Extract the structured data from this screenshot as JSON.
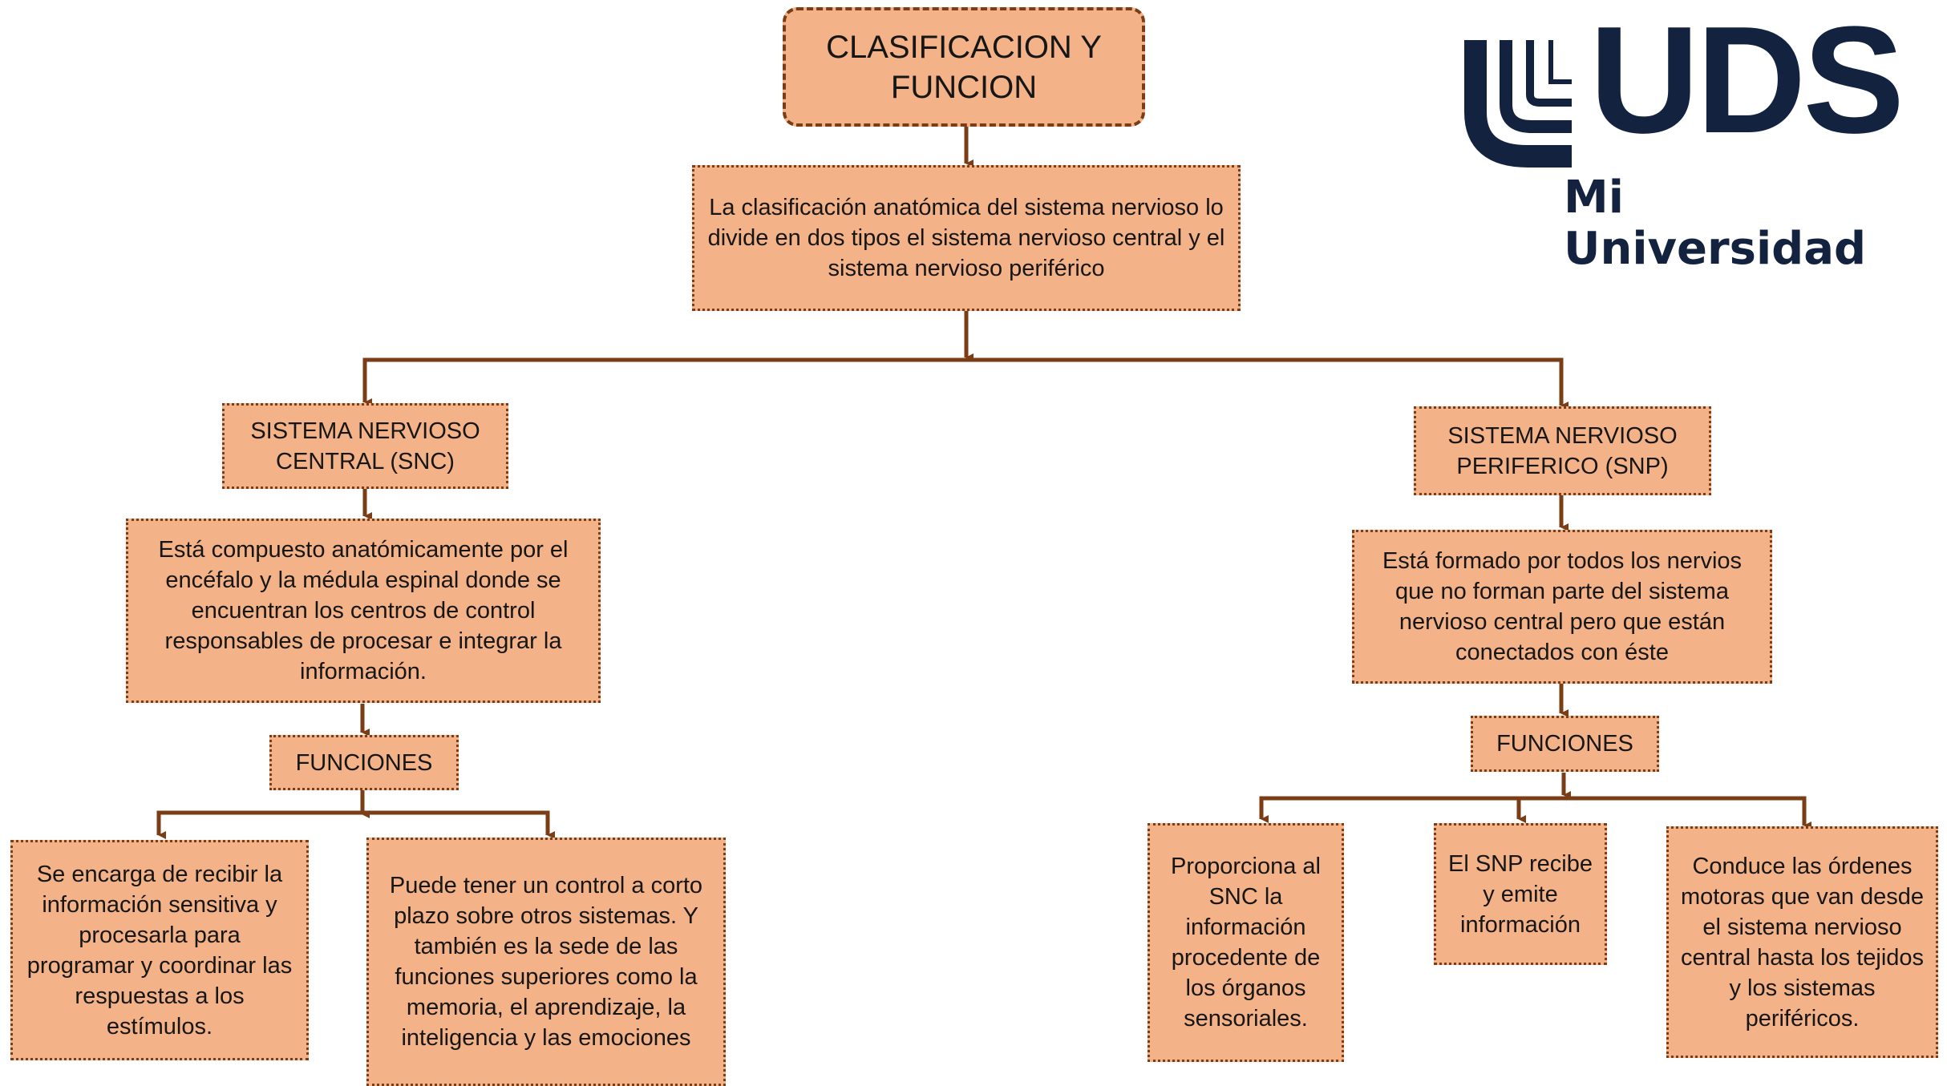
{
  "title": "CLASIFICACION Y FUNCION",
  "intro": "La clasificación anatómica del sistema nervioso lo divide en dos tipos el sistema nervioso central y el sistema nervioso periférico",
  "snc": {
    "heading": "SISTEMA NERVIOSO CENTRAL (SNC)",
    "description": "Está compuesto anatómicamente por el encéfalo y la médula espinal donde se encuentran los centros de control responsables de procesar e integrar la información.",
    "functions_label": "FUNCIONES",
    "functions": [
      "Se encarga de recibir la información sensitiva y procesarla para programar y coordinar las respuestas a los estímulos.",
      "Puede tener un control a corto plazo sobre otros sistemas. Y también es la sede de las funciones superiores como la memoria, el aprendizaje, la inteligencia y las emociones"
    ]
  },
  "snp": {
    "heading": "SISTEMA NERVIOSO PERIFERICO (SNP)",
    "description": "Está formado por todos los nervios que no forman parte del sistema nervioso central pero que están conectados con éste",
    "functions_label": "FUNCIONES",
    "functions": [
      "Proporciona al SNC la información procedente de los órganos sensoriales.",
      "El SNP recibe y emite información",
      "Conduce las órdenes motoras que van desde el sistema nervioso central hasta los tejidos y los sistemas periféricos."
    ]
  },
  "logo": {
    "wordmark": "UDS",
    "tagline": "Mi Universidad"
  },
  "colors": {
    "box_fill": "#F3B287",
    "border": "#7A3D16",
    "connector": "#7A3D16",
    "logo": "#13233F"
  }
}
